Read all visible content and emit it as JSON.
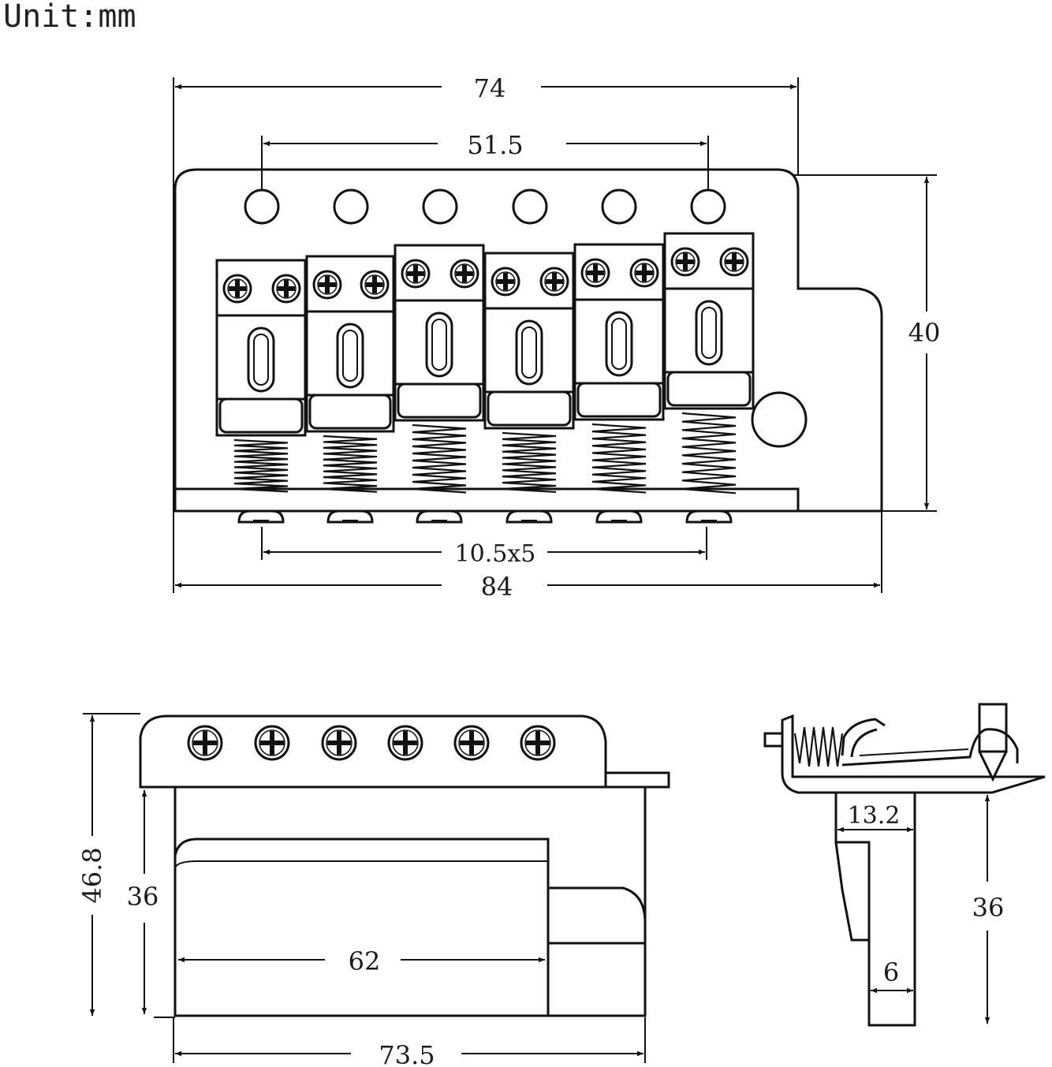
{
  "unit_label": "Unit:mm",
  "top_view": {
    "dim_total_width": "74",
    "dim_hole_span": "51.5",
    "dim_height": "40",
    "dim_string_spacing": "10.5x5",
    "dim_base_width": "84"
  },
  "front_view": {
    "dim_total_height": "46.8",
    "dim_block_height": "36",
    "dim_block_width": "62",
    "dim_base_width": "73.5"
  },
  "side_view": {
    "dim_block_thickness": "13.2",
    "dim_block_height": "36",
    "dim_step": "6"
  }
}
